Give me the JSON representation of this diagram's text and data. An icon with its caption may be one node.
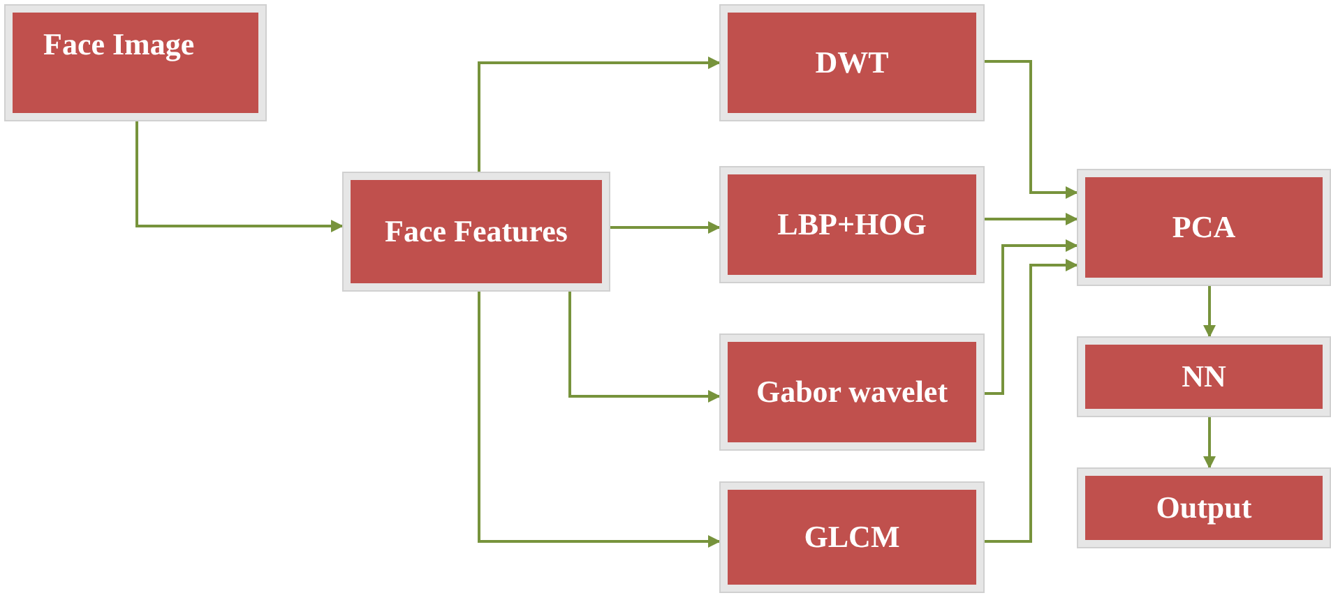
{
  "diagram": {
    "nodes": [
      {
        "text": [
          "Face Image"
        ]
      },
      {
        "text": [
          "Face Features"
        ]
      },
      {
        "text": [
          "DWT"
        ]
      },
      {
        "text": [
          "LBP+HOG"
        ]
      },
      {
        "text": [
          "Gabor wavelet"
        ]
      },
      {
        "text": [
          "GLCM"
        ]
      },
      {
        "text": [
          "PCA"
        ]
      },
      {
        "text": [
          "NN"
        ]
      },
      {
        "text": [
          "Output"
        ]
      }
    ],
    "edges": [
      {
        "from": 0,
        "to": 1,
        "arrow": "to"
      },
      {
        "from": 1,
        "to": 2,
        "arrow": "to"
      },
      {
        "from": 1,
        "to": 3,
        "arrow": "to"
      },
      {
        "from": 1,
        "to": 4,
        "arrow": "to"
      },
      {
        "from": 1,
        "to": 5,
        "arrow": "to"
      },
      {
        "from": 2,
        "to": 6,
        "arrow": "to"
      },
      {
        "from": 3,
        "to": 6,
        "arrow": "to"
      },
      {
        "from": 4,
        "to": 6,
        "arrow": "to"
      },
      {
        "from": 5,
        "to": 6,
        "arrow": "to"
      },
      {
        "from": 6,
        "to": 7,
        "arrow": "to"
      },
      {
        "from": 7,
        "to": 8,
        "arrow": "to"
      }
    ]
  }
}
